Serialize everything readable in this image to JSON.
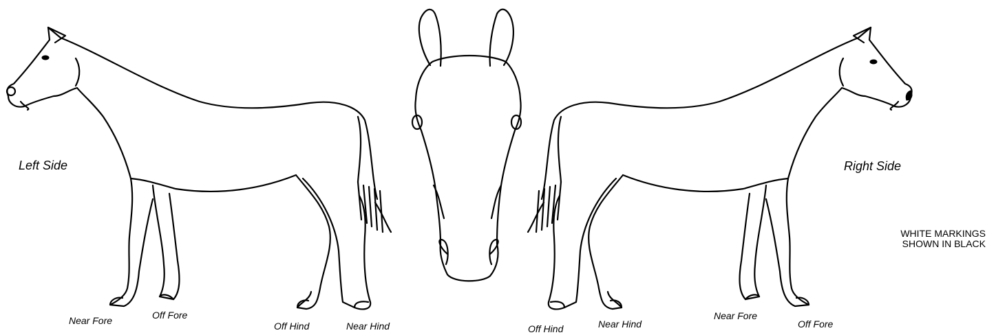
{
  "labels": {
    "left_side": "Left Side",
    "right_side": "Right Side",
    "left_legs": {
      "near_fore": "Near Fore",
      "off_fore": "Off Fore",
      "off_hind": "Off Hind",
      "near_hind": "Near Hind"
    },
    "right_legs": {
      "off_hind": "Off Hind",
      "near_hind": "Near Hind",
      "near_fore": "Near Fore",
      "off_fore": "Off Fore"
    }
  },
  "note": {
    "line1": "WHITE MARKINGS",
    "line2": "SHOWN IN BLACK"
  },
  "marking_color": "#000000"
}
